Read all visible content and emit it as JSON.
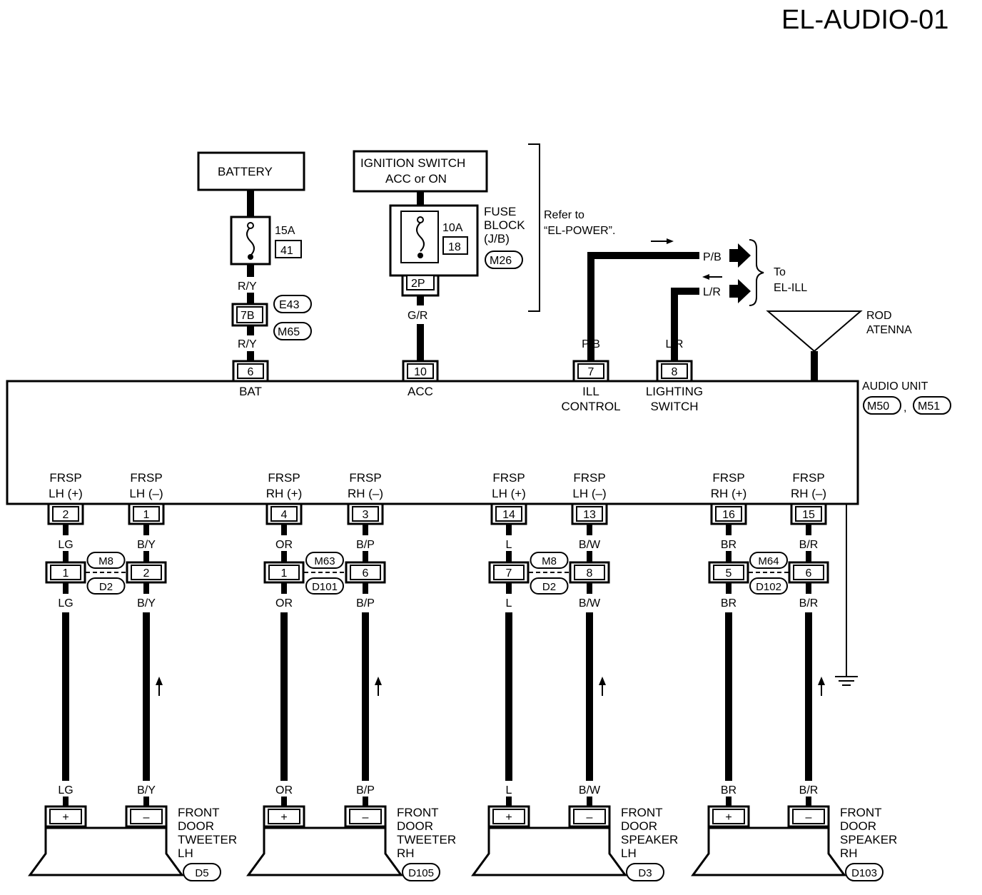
{
  "title": "EL-AUDIO-01",
  "battery": {
    "label": "BATTERY",
    "fuse_amp": "15A",
    "fuse_no": "41",
    "wire_top": "R/Y",
    "connector": "7B",
    "conn_a": "E43",
    "conn_b": "M65",
    "wire_bottom": "R/Y"
  },
  "ignition": {
    "line1": "IGNITION SWITCH",
    "line2": "ACC or ON",
    "fuse_amp": "10A",
    "fuse_no": "18",
    "fuse_block_1": "FUSE",
    "fuse_block_2": "BLOCK",
    "fuse_block_3": "(J/B)",
    "fuse_conn": "M26",
    "terminal": "2P",
    "wire": "G/R"
  },
  "refer": {
    "line1": "Refer to",
    "line2": "“EL-POWER”."
  },
  "ill": {
    "wire_out": "P/B",
    "wire_in": "L/R",
    "to_1": "To",
    "to_2": "EL-ILL"
  },
  "antenna": {
    "line1": "ROD",
    "line2": "ATENNA"
  },
  "audio_unit": {
    "label": "AUDIO UNIT",
    "conn_a": "M50",
    "conn_b": "M51",
    "comma": ","
  },
  "top_terminals": [
    {
      "pin": "6",
      "wire": "R/Y",
      "name1": "BAT",
      "name2": ""
    },
    {
      "pin": "10",
      "wire": "",
      "name1": "ACC",
      "name2": ""
    },
    {
      "pin": "7",
      "wire": "P/B",
      "name1": "ILL",
      "name2": "CONTROL"
    },
    {
      "pin": "8",
      "wire": "L/R",
      "name1": "LIGHTING",
      "name2": "SWITCH"
    }
  ],
  "outputs": [
    {
      "l1": "FRSP",
      "l2": "LH (+)",
      "pin": "2",
      "wire": "LG",
      "jpin": "1"
    },
    {
      "l1": "FRSP",
      "l2": "LH (–)",
      "pin": "1",
      "wire": "B/Y",
      "jpin": "2"
    },
    {
      "l1": "FRSP",
      "l2": "RH (+)",
      "pin": "4",
      "wire": "OR",
      "jpin": "1"
    },
    {
      "l1": "FRSP",
      "l2": "RH (–)",
      "pin": "3",
      "wire": "B/P",
      "jpin": "6"
    },
    {
      "l1": "FRSP",
      "l2": "LH (+)",
      "pin": "14",
      "wire": "L",
      "jpin": "7"
    },
    {
      "l1": "FRSP",
      "l2": "LH (–)",
      "pin": "13",
      "wire": "B/W",
      "jpin": "8"
    },
    {
      "l1": "FRSP",
      "l2": "RH (+)",
      "pin": "16",
      "wire": "BR",
      "jpin": "5"
    },
    {
      "l1": "FRSP",
      "l2": "RH (–)",
      "pin": "15",
      "wire": "B/R",
      "jpin": "6"
    }
  ],
  "joints": [
    {
      "a": "M8",
      "b": "D2"
    },
    {
      "a": "M63",
      "b": "D101"
    },
    {
      "a": "M8",
      "b": "D2"
    },
    {
      "a": "M64",
      "b": "D102"
    }
  ],
  "speakers": [
    {
      "plus": "+",
      "minus": "–",
      "n1": "FRONT",
      "n2": "DOOR",
      "n3": "TWEETER",
      "n4": "LH",
      "conn": "D5"
    },
    {
      "plus": "+",
      "minus": "–",
      "n1": "FRONT",
      "n2": "DOOR",
      "n3": "TWEETER",
      "n4": "RH",
      "conn": "D105"
    },
    {
      "plus": "+",
      "minus": "–",
      "n1": "FRONT",
      "n2": "DOOR",
      "n3": "SPEAKER",
      "n4": "LH",
      "conn": "D3"
    },
    {
      "plus": "+",
      "minus": "–",
      "n1": "FRONT",
      "n2": "DOOR",
      "n3": "SPEAKER",
      "n4": "RH",
      "conn": "D103"
    }
  ]
}
